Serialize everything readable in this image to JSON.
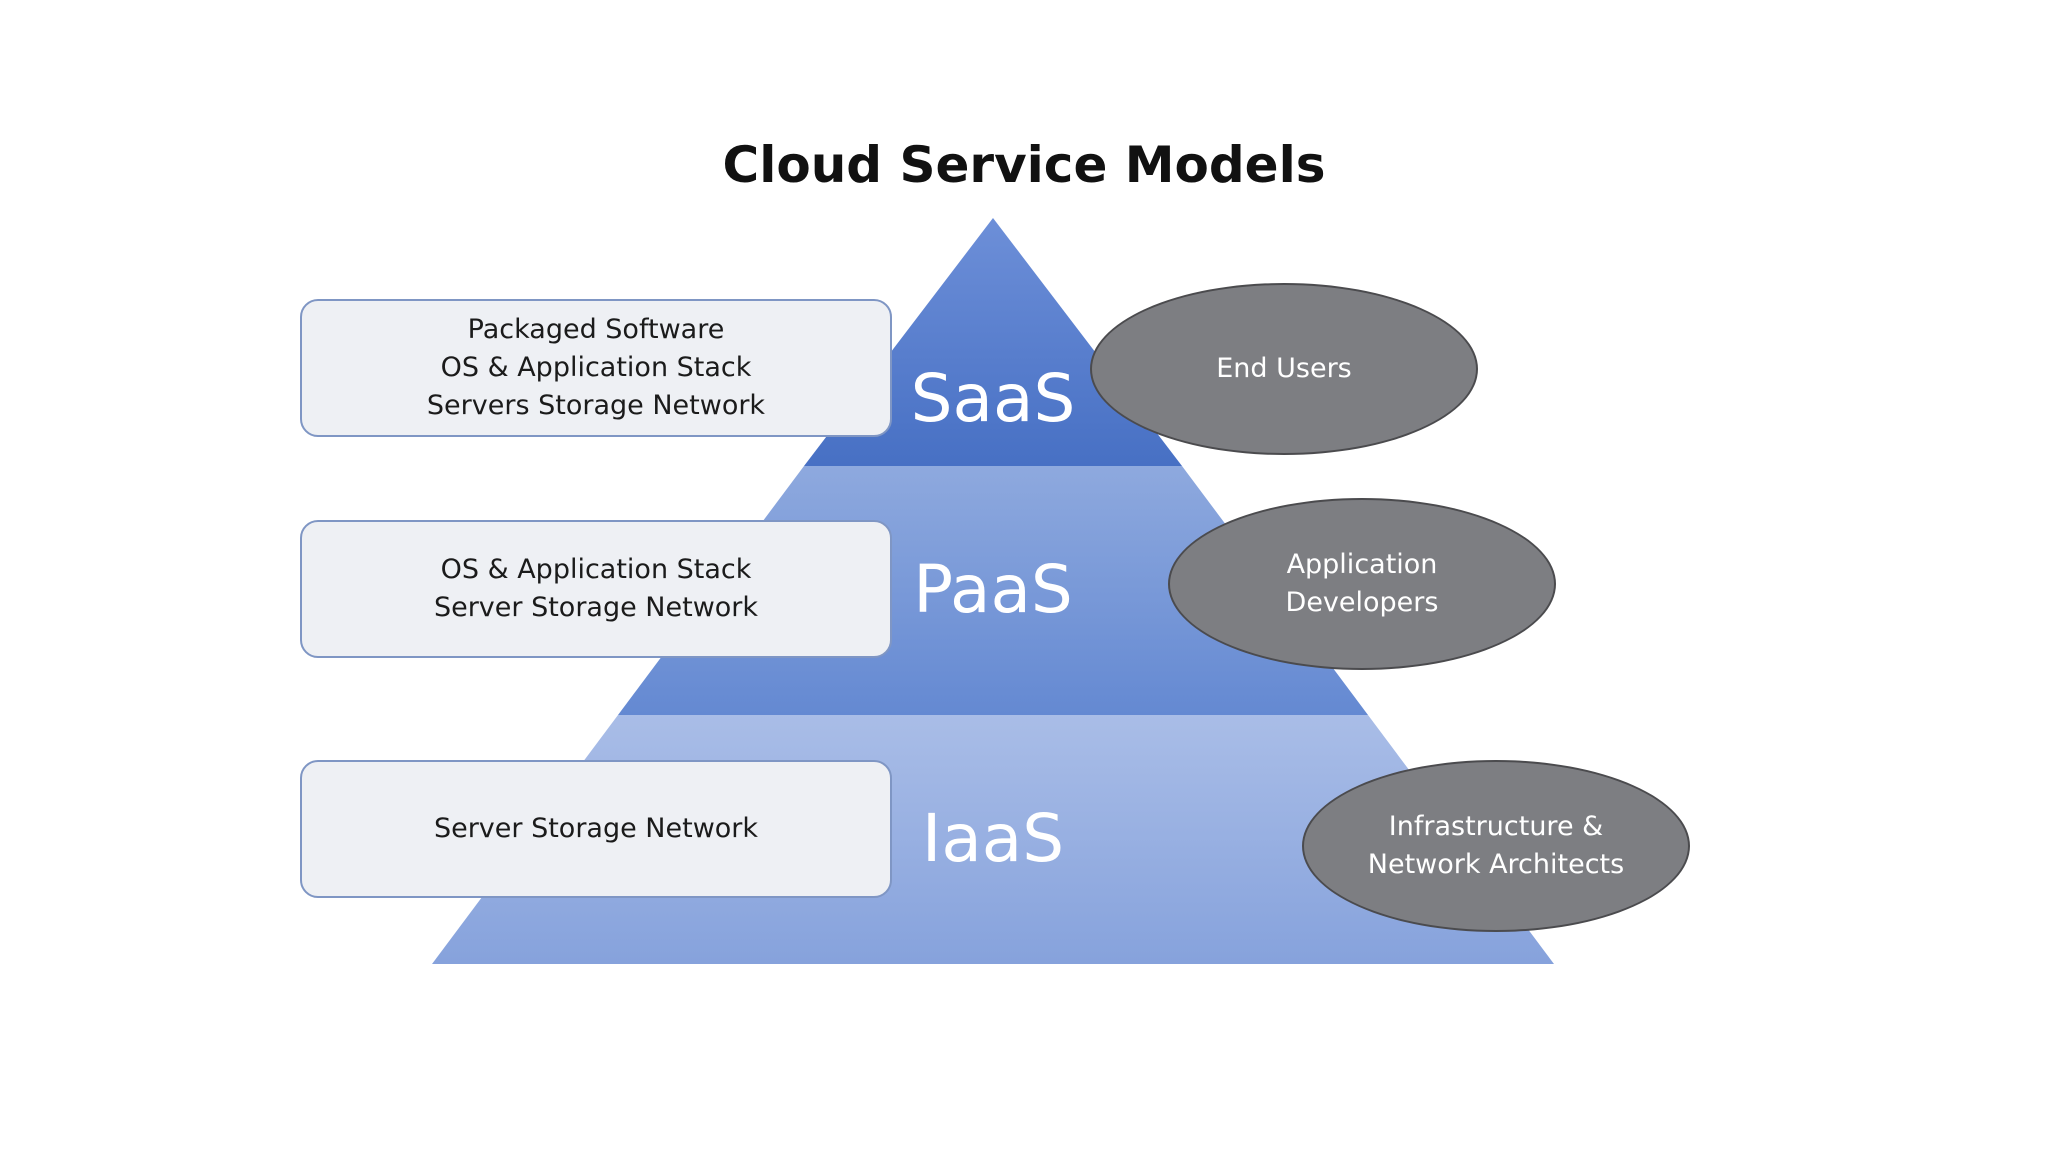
{
  "title": "Cloud Service Models",
  "tiers": [
    {
      "label": "SaaS",
      "includes": [
        "Packaged Software",
        "OS & Application Stack",
        "Servers Storage Network"
      ],
      "audience": [
        "End Users"
      ]
    },
    {
      "label": "PaaS",
      "includes": [
        "OS & Application Stack",
        "Server Storage Network"
      ],
      "audience": [
        "Application",
        "Developers"
      ]
    },
    {
      "label": "IaaS",
      "includes": [
        "Server Storage Network"
      ],
      "audience": [
        "Infrastructure &",
        "Network Architects"
      ]
    }
  ],
  "colors": {
    "saas_top": "#6d8fd8",
    "saas_bottom": "#4770c4",
    "paas_top": "#8ea9de",
    "paas_bottom": "#6489d2",
    "iaas_top": "#a9bde7",
    "iaas_bottom": "#86a2dc",
    "box_fill": "#eef0f4",
    "box_border": "#7f96c4",
    "ellipse_fill": "#7d7e82"
  }
}
